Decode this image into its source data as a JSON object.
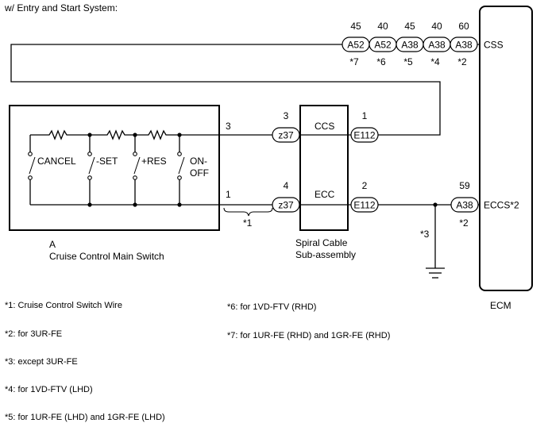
{
  "heading": "w/ Entry and Start System:",
  "top_connectors": [
    {
      "pin": "45",
      "code": "A52",
      "note": "*7"
    },
    {
      "pin": "40",
      "code": "A52",
      "note": "*6"
    },
    {
      "pin": "45",
      "code": "A38",
      "note": "*5"
    },
    {
      "pin": "40",
      "code": "A38",
      "note": "*4"
    },
    {
      "pin": "60",
      "code": "A38",
      "note": "*2"
    }
  ],
  "css_label": "CSS",
  "switch": {
    "buttons": [
      "CANCEL",
      "-SET",
      "+RES"
    ],
    "onoff": [
      "ON-",
      "OFF"
    ],
    "pin_top": "3",
    "pin_bottom": "1",
    "letter": "A",
    "name": "Cruise Control Main Switch"
  },
  "wire_note": "*1",
  "z37_top": {
    "pin": "3",
    "code": "z37"
  },
  "z37_bottom": {
    "pin": "4",
    "code": "z37"
  },
  "spiral": {
    "top_label": "CCS",
    "bottom_label": "ECC",
    "name_line1": "Spiral Cable",
    "name_line2": "Sub-assembly"
  },
  "e112_top": {
    "pin": "1",
    "code": "E112"
  },
  "e112_bottom": {
    "pin": "2",
    "code": "E112"
  },
  "ground_note": "*3",
  "eccs": {
    "pin": "59",
    "code": "A38",
    "note": "*2",
    "label": "ECCS*2"
  },
  "ecm_label": "ECM",
  "notes_left": [
    "*1: Cruise Control Switch Wire",
    "*2: for 3UR-FE",
    "*3: except 3UR-FE",
    "*4: for 1VD-FTV (LHD)",
    "*5: for 1UR-FE (LHD) and 1GR-FE (LHD)"
  ],
  "notes_right": [
    "*6: for 1VD-FTV (RHD)",
    "*7: for 1UR-FE (RHD) and 1GR-FE (RHD)"
  ]
}
